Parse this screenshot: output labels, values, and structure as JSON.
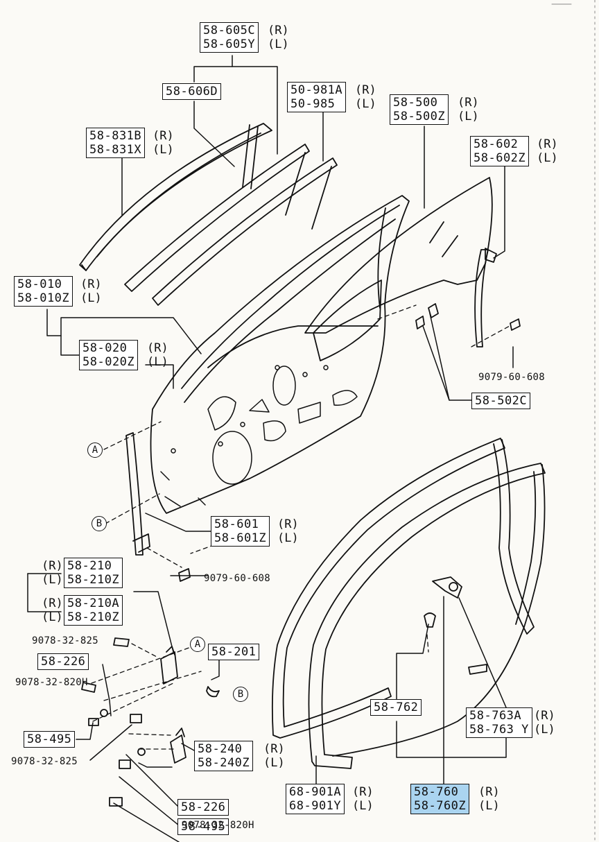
{
  "callouts": [
    {
      "id": "c605",
      "codes": [
        "58-605C",
        "58-605Y"
      ],
      "sides": [
        "(R)",
        "(L)"
      ]
    },
    {
      "id": "c606",
      "codes": [
        "58-606D"
      ],
      "sides": []
    },
    {
      "id": "c981",
      "codes": [
        "50-981A",
        "50-985"
      ],
      "sides": [
        "(R)",
        "(L)"
      ]
    },
    {
      "id": "c500",
      "codes": [
        "58-500",
        "58-500Z"
      ],
      "sides": [
        "(R)",
        "(L)"
      ]
    },
    {
      "id": "c831",
      "codes": [
        "58-831B",
        "58-831X"
      ],
      "sides": [
        "(R)",
        "(L)"
      ]
    },
    {
      "id": "c602",
      "codes": [
        "58-602",
        "58-602Z"
      ],
      "sides": [
        "(R)",
        "(L)"
      ]
    },
    {
      "id": "c010",
      "codes": [
        "58-010",
        "58-010Z"
      ],
      "sides": [
        "(R)",
        "(L)"
      ]
    },
    {
      "id": "c020",
      "codes": [
        "58-020",
        "58-020Z"
      ],
      "sides": [
        "(R)",
        "(L)"
      ]
    },
    {
      "id": "c502",
      "codes": [
        "58-502C"
      ],
      "sides": []
    },
    {
      "id": "c601",
      "codes": [
        "58-601",
        "58-601Z"
      ],
      "sides": [
        "(R)",
        "(L)"
      ]
    },
    {
      "id": "c210",
      "codes": [
        "58-210",
        "58-210Z"
      ],
      "sides": [
        "(R)",
        "(L)"
      ]
    },
    {
      "id": "c210a",
      "codes": [
        "58-210A",
        "58-210Z"
      ],
      "sides": [
        "(R)",
        "(L)"
      ]
    },
    {
      "id": "c226a",
      "codes": [
        "58-226"
      ],
      "sides": []
    },
    {
      "id": "c201",
      "codes": [
        "58-201"
      ],
      "sides": []
    },
    {
      "id": "c495a",
      "codes": [
        "58-495"
      ],
      "sides": []
    },
    {
      "id": "c240",
      "codes": [
        "58-240",
        "58-240Z"
      ],
      "sides": [
        "(R)",
        "(L)"
      ]
    },
    {
      "id": "c226b",
      "codes": [
        "58-226"
      ],
      "sides": []
    },
    {
      "id": "c495b",
      "codes": [
        "58-495"
      ],
      "sides": []
    },
    {
      "id": "c762",
      "codes": [
        "58-762"
      ],
      "sides": []
    },
    {
      "id": "c763",
      "codes": [
        "58-763A",
        "58-763 Y"
      ],
      "sides": [
        "(R)",
        "(L)"
      ]
    },
    {
      "id": "c901",
      "codes": [
        "68-901A",
        "68-901Y"
      ],
      "sides": [
        "(R)",
        "(L)"
      ]
    },
    {
      "id": "c760",
      "codes": [
        "58-760",
        "58-760Z"
      ],
      "sides": [
        "(R)",
        "(L)"
      ],
      "highlight": true
    }
  ],
  "plain_labels": {
    "b608a": "9079-60-608",
    "b608b": "9079-60-608",
    "b825a": "9078-32-825",
    "b820a": "9078-32-820H",
    "b825b": "9078-32-825",
    "b820b": "9078-32-820H"
  },
  "refs": {
    "A": "A",
    "B": "B"
  },
  "colors": {
    "line": "#111111",
    "highlight": "#aad4f0",
    "paper": "#fbfaf6"
  }
}
